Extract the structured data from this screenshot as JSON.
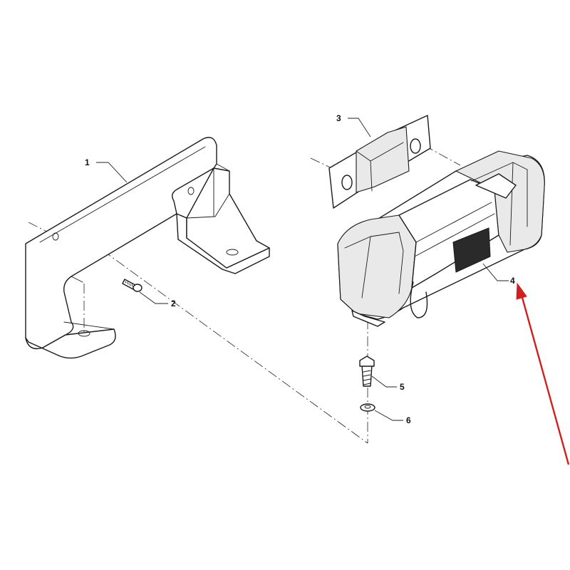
{
  "callouts": [
    {
      "id": "1",
      "label": "1"
    },
    {
      "id": "2",
      "label": "2"
    },
    {
      "id": "3",
      "label": "3"
    },
    {
      "id": "4",
      "label": "4"
    },
    {
      "id": "5",
      "label": "5"
    },
    {
      "id": "6",
      "label": "6"
    }
  ],
  "colors": {
    "line": "#1a1a1a",
    "arrow": "#d11f1f"
  }
}
